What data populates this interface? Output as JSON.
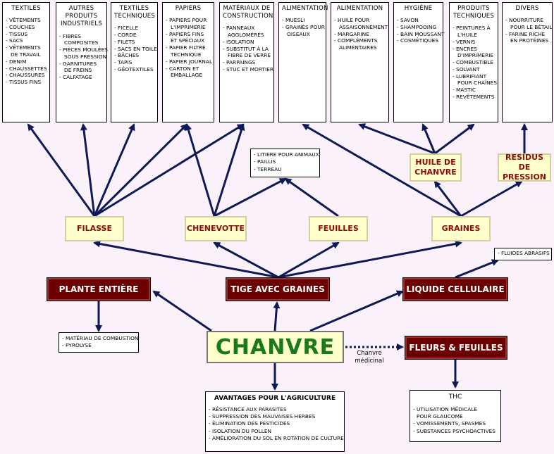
{
  "categories": [
    {
      "title": [
        "TEXTILES"
      ],
      "items": [
        "- VÊTEMENTS",
        "- COUCHES",
        "- TISSUS",
        "- SACS",
        "- VÊTEMENTS",
        "  DE TRAVAIL",
        "- DENIM",
        "- CHAUSSETTES",
        "- CHAUSSURES",
        "- TISSUS FINS"
      ]
    },
    {
      "title": [
        "AUTRES",
        "PRODUITS",
        "INDUSTRIELS"
      ],
      "items": [
        "- FIBRES",
        "  COMPOSITES",
        "- PIÈCES MOULÉES",
        "  SOUS PRESSION",
        "- GARNITURES",
        "  DE FREINS",
        "- CALFATAGE"
      ]
    },
    {
      "title": [
        "TEXTILES",
        "TECHNIQUES"
      ],
      "items": [
        "- FICELLE",
        "- CORDE",
        "- FILETS",
        "- SACS EN TOILE",
        "- BÂCHES",
        "- TAPIS",
        "- GÉOTEXTILES"
      ]
    },
    {
      "title": [
        "PAPIERS"
      ],
      "items": [
        "- PAPIERS POUR",
        "  L'IMPRIMERIE",
        "- PAPIERS FINS",
        "  ET SPÉCIAUX",
        "- PAPIER FILTRE",
        "  TECHNIQUE",
        "- PAPIER JOURNAL",
        "- CARTON ET",
        "  EMBALLAGE"
      ]
    },
    {
      "title": [
        "MATÉRIAUX DE",
        "CONSTRUCTION"
      ],
      "items": [
        "- PANNEAUX",
        "  AGGLOMÉRÉS",
        "- ISOLATION",
        "- SUBSTITUT À LA",
        "  FIBRE DE VERRE",
        "- PARPAINGS",
        "- STUC ET MORTIER"
      ]
    },
    {
      "title": [
        "ALIMENTATION"
      ],
      "items": [
        "- MUESLI",
        "- GRAINES POUR",
        "  OISEAUX"
      ]
    },
    {
      "title": [
        "ALIMENTATION"
      ],
      "items": [
        "- HUILE POUR",
        "  ASSAISONNEMENT",
        "- MARGARINE",
        "- COMPLÉMENTS",
        "  ALIMENTAIRES"
      ]
    },
    {
      "title": [
        "HYGIÈNE"
      ],
      "items": [
        "- SAVON",
        "- SHAMPOOING",
        "- BAIN MOUSSANT",
        "- COSMÉTIQUES"
      ]
    },
    {
      "title": [
        "PRODUITS",
        "TECHNIQUES"
      ],
      "items": [
        "- PEINTURES À",
        "  L'HUILE",
        "- VERNIS",
        "- ENCRES",
        "  D'IMPRIMERIE",
        "- COMBUSTIBLE",
        "- SOLVANT",
        "- LUBRIFIANT",
        "  POUR CHAÎNES",
        "- MASTIC",
        "- REVÊTEMENTS"
      ]
    },
    {
      "title": [
        "DIVERS"
      ],
      "items": [
        "- NOURRITURE",
        "  POUR LE BÉTAIL",
        "- FARINE RICHE",
        "  EN PROTÉINES"
      ]
    }
  ],
  "nodes": {
    "filasse": "FILASSE",
    "chenevotte": "CHENEVOTTE",
    "feuilles": "FEUILLES",
    "graines": "GRAINES",
    "huile_line1": "HUILE DE",
    "huile_line2": "CHANVRE",
    "residus_line1": "RESIDUS DE",
    "residus_line2": "PRESSION",
    "plante_entiere": "PLANTE ENTIÈRE",
    "tige_graines": "TIGE AVEC GRAINES",
    "liquide_cellulaire": "LIQUIDE CELLULAIRE",
    "chanvre": "CHANVRE",
    "fleurs_feuilles": "FLEURS & FEUILLES"
  },
  "litiere": [
    "- LITIERE POUR ANIMAUX",
    "- PAILLIS",
    "- TERREAU"
  ],
  "fluides": [
    "- FLUIDES ABRASIFS"
  ],
  "combustion": [
    "- MATÉRIAU DE COMBUSTION",
    "- PYROLYSE"
  ],
  "dotted_label": [
    "Chanvre",
    "médicinal"
  ],
  "agriculture": {
    "title": "AVANTAGES POUR L'AGRICULTURE",
    "items": [
      "- RÉSISTANCE AUX PARASITES",
      "- SUPPRESSION DES MAUVAISES HERBES",
      "- ÉLIMINATION DES PESTICIDES",
      "- ISOLATION DU POLLEN",
      "- AMÉLIORATION DU SOL EN ROTATION DE CULTURE"
    ]
  },
  "thc": {
    "title": "THC",
    "items": [
      "- UTILISATION MÉDICALE",
      "  POUR GLAUCOME",
      "- VOMISSEMENTS, SPASMES",
      "- SUBSTANCES PSYCHOACTIVES"
    ]
  },
  "colors": {
    "arrow": "#0d1a55",
    "accent_green": "#1a7a1a",
    "dark_red": "#6b0000",
    "node_text": "#8b0d0d"
  }
}
